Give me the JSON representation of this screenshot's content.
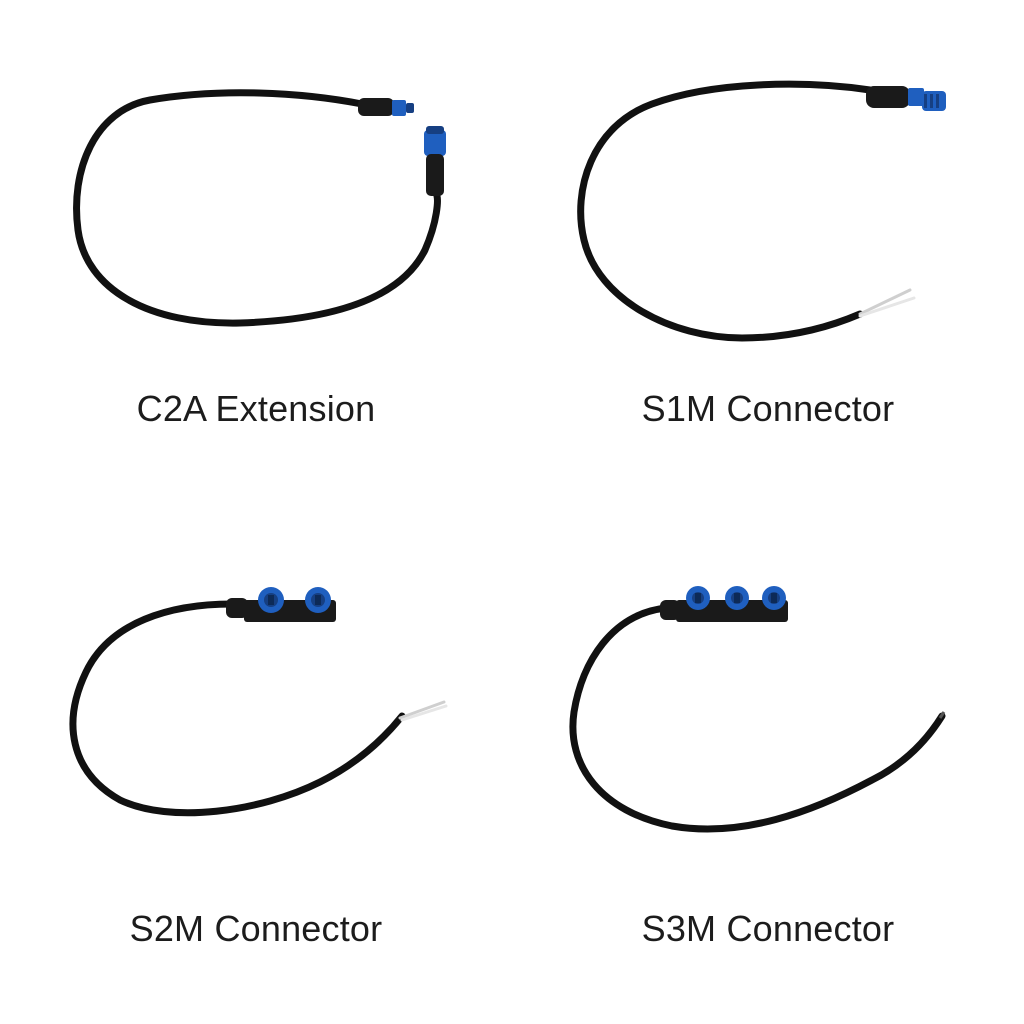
{
  "products": [
    {
      "id": "c2a",
      "label": "C2A Extension",
      "type": "extension"
    },
    {
      "id": "s1m",
      "label": "S1M Connector",
      "type": "single"
    },
    {
      "id": "s2m",
      "label": "S2M Connector",
      "type": "splitter",
      "ports": 2
    },
    {
      "id": "s3m",
      "label": "S3M Connector",
      "type": "splitter",
      "ports": 3
    }
  ],
  "colors": {
    "background": "#ffffff",
    "cable": "#111111",
    "connector_blue": "#1f5fbf",
    "connector_dark_blue": "#163f82",
    "housing": "#1a1a1a",
    "wire_tip": "#d9d9d9",
    "text": "#1c1c1c"
  }
}
